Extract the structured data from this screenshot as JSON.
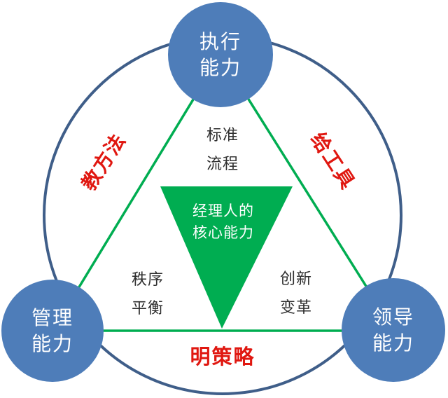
{
  "colors": {
    "node_fill": "#4E7DB9",
    "ring_stroke": "#3F5E89",
    "green": "#00AD51",
    "red": "#E01710",
    "dark_text": "#2E2E2E"
  },
  "nodes": {
    "top": {
      "line1": "执行",
      "line2": "能力"
    },
    "left": {
      "line1": "管理",
      "line2": "能力"
    },
    "right": {
      "line1": "领导",
      "line2": "能力"
    }
  },
  "core_triangle": {
    "line1": "经理人的",
    "line2": "核心能力"
  },
  "inner_labels": {
    "top": {
      "line1": "标准",
      "line2": "流程"
    },
    "left": {
      "line1": "秩序",
      "line2": "平衡"
    },
    "right": {
      "line1": "创新",
      "line2": "变革"
    }
  },
  "edge_labels": {
    "left": "教方法",
    "right": "给工具",
    "bottom": "明策略"
  }
}
